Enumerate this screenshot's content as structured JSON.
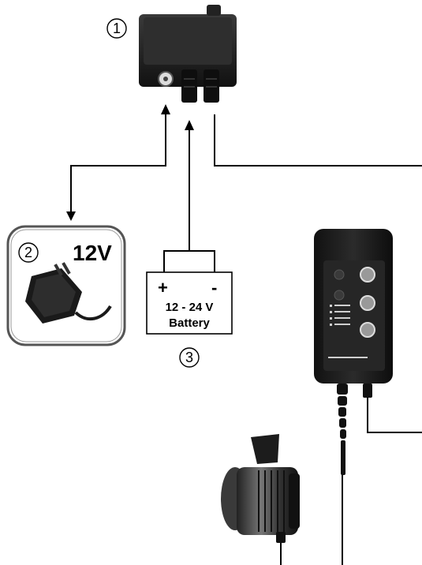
{
  "markers": {
    "one": "1",
    "two": "2",
    "three": "3"
  },
  "adapter": {
    "voltage": "12V"
  },
  "battery": {
    "plus": "+",
    "minus": "-",
    "voltage": "12 - 24 V",
    "name": "Battery"
  }
}
